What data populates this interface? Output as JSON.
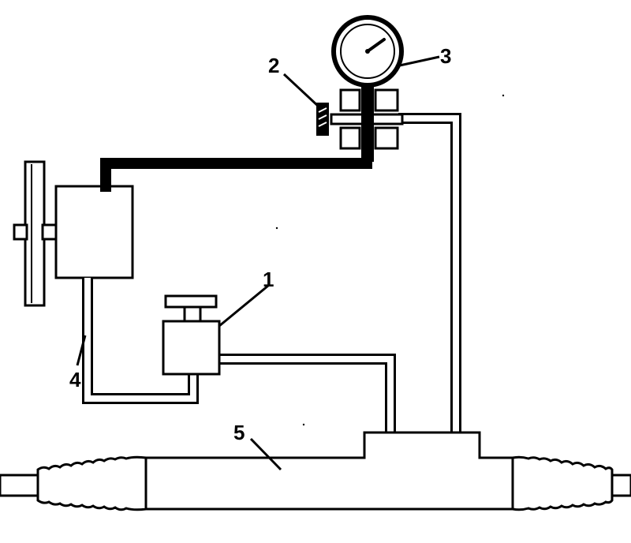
{
  "diagram": {
    "callouts": {
      "valve": "1",
      "bleed_screw": "2",
      "pressure_gauge": "3",
      "return_hose": "4",
      "steering_gear": "5"
    }
  }
}
